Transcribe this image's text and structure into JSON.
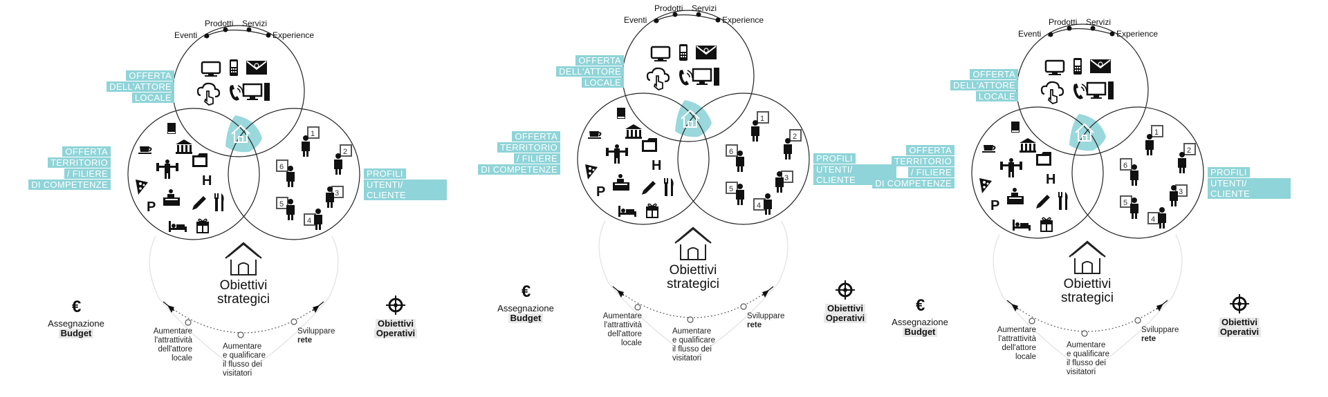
{
  "colors": {
    "accent": "#8fd4d8",
    "ink": "#111111",
    "label_bg": "#e8e8e8"
  },
  "panels": [
    {
      "dimensions": [
        "Eventi",
        "Prodotti",
        "Servizi",
        "Experience"
      ],
      "offerta_attore": [
        "OFFERTA",
        "DELL'ATTORE",
        "LOCALE"
      ],
      "offerta_territorio": [
        "OFFERTA",
        "TERRITORIO",
        "/ FILIERE",
        "DI COMPETENZE"
      ],
      "profili": [
        "PROFILI",
        "UTENTI/ CLIENTE"
      ],
      "obiettivi": [
        "Obiettivi",
        "strategici"
      ],
      "budget": {
        "line1": "Assegnazione",
        "line2": "Budget",
        "icon": "euro-icon"
      },
      "operativi": {
        "line1": "Obiettivi",
        "line2": "Operativi",
        "icon": "target-icon"
      },
      "goal_left": [
        "Aumentare",
        "l'attrattività",
        "dell'attore",
        "locale"
      ],
      "goal_mid": [
        "Aumentare",
        "e qualificare",
        "il flusso dei",
        "visitatori"
      ],
      "goal_right": [
        "Sviluppare",
        "rete"
      ]
    },
    {
      "dimensions": [
        "Eventi",
        "Prodotti",
        "Servizi",
        "Experience"
      ],
      "offerta_attore": [
        "OFFERTA",
        "DELL'ATTORE",
        "LOCALE"
      ],
      "offerta_territorio": [
        "OFFERTA",
        "TERRITORIO",
        "/ FILIERE",
        "DI COMPETENZE"
      ],
      "profili": [
        "PROFILI",
        "UTENTI/ CLIENTE"
      ],
      "obiettivi": [
        "Obiettivi",
        "strategici"
      ],
      "budget": {
        "line1": "Assegnazione",
        "line2": "Budget",
        "icon": "euro-icon"
      },
      "operativi": {
        "line1": "Obiettivi",
        "line2": "Operativi",
        "icon": "target-icon"
      },
      "goal_left": [
        "Aumentare",
        "l'attrattività",
        "dell'attore",
        "locale"
      ],
      "goal_mid": [
        "Aumentare",
        "e qualificare",
        "il flusso dei",
        "visitatori"
      ],
      "goal_right": [
        "Sviluppare",
        "rete"
      ]
    },
    {
      "dimensions": [
        "Eventi",
        "Prodotti",
        "Servizi",
        "Experience"
      ],
      "offerta_attore": [
        "OFFERTA",
        "DELL'ATTORE",
        "LOCALE"
      ],
      "offerta_territorio": [
        "OFFERTA",
        "TERRITORIO",
        "/ FILIERE",
        "DI COMPETENZE"
      ],
      "profili": [
        "PROFILI",
        "UTENTI/ CLIENTE"
      ],
      "obiettivi": [
        "Obiettivi",
        "strategici"
      ],
      "budget": {
        "line1": "Assegnazione",
        "line2": "Budget",
        "icon": "euro-icon"
      },
      "operativi": {
        "line1": "Obiettivi",
        "line2": "Operativi",
        "icon": "target-icon"
      },
      "goal_left": [
        "Aumentare",
        "l'attrattività",
        "dell'attore",
        "locale"
      ],
      "goal_mid": [
        "Aumentare",
        "e qualificare",
        "il flusso dei",
        "visitatori"
      ],
      "goal_right": [
        "Sviluppare",
        "rete"
      ]
    }
  ],
  "icons": {
    "channel_icons": [
      "monitor-icon",
      "mobile-phone-icon",
      "email-icon",
      "cloud-touch-icon",
      "phone-call-icon",
      "desktop-computer-icon"
    ],
    "territory_icons": [
      "book-icon",
      "coffee-cup-icon",
      "museum-icon",
      "fitness-icon",
      "folder-icon",
      "pizza-icon",
      "reception-desk-icon",
      "hotel-icon",
      "parking-icon",
      "pencil-icon",
      "cutlery-icon",
      "bed-icon",
      "gift-icon"
    ],
    "profile_icons": [
      "person-profile-1-icon",
      "person-profile-2-icon",
      "person-profile-3-icon",
      "person-profile-4-icon",
      "person-profile-5-icon",
      "person-profile-6-icon"
    ],
    "profile_numbers": [
      "1",
      "2",
      "3",
      "4",
      "5",
      "6"
    ],
    "hotel_letter": "H",
    "parking_letter": "P",
    "euro_symbol": "€"
  }
}
